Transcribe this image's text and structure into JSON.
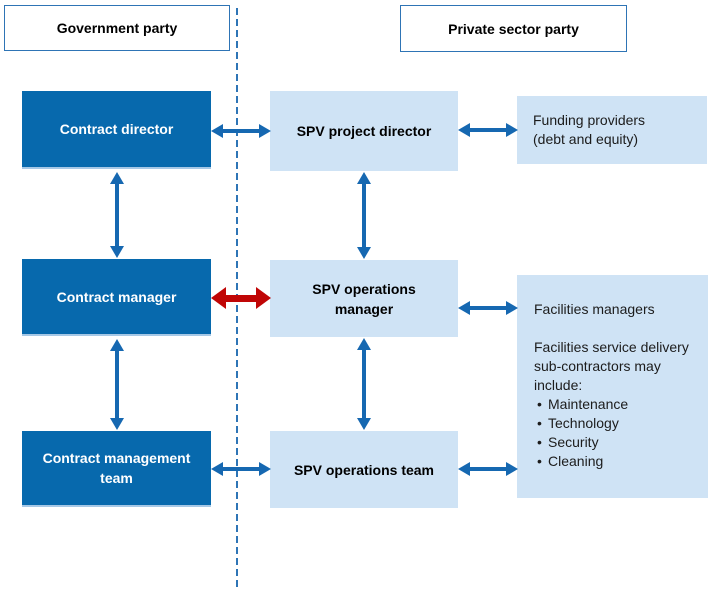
{
  "diagram": {
    "headers": {
      "government": "Government party",
      "private": "Private sector party"
    },
    "government_boxes": [
      {
        "label": "Contract director"
      },
      {
        "label": "Contract manager"
      },
      {
        "label": "Contract management team"
      }
    ],
    "spv_boxes": [
      {
        "label": "SPV project director"
      },
      {
        "label": "SPV operations manager"
      },
      {
        "label": "SPV operations team"
      }
    ],
    "funding_box": {
      "line1": "Funding providers",
      "line2": "(debt and equity)"
    },
    "facilities_box": {
      "heading": "Facilities managers",
      "description": "Facilities service delivery sub-contractors may include:",
      "bullet_char": "•",
      "bullets": [
        "Maintenance",
        "Technology",
        "Security",
        "Cleaning"
      ]
    },
    "colors": {
      "dark_box": "#0769ad",
      "light_box": "#cfe3f5",
      "arrow_blue": "#1668b1",
      "arrow_red": "#c00606",
      "header_border": "#2e74b5",
      "divider": "#2e75b6"
    }
  }
}
